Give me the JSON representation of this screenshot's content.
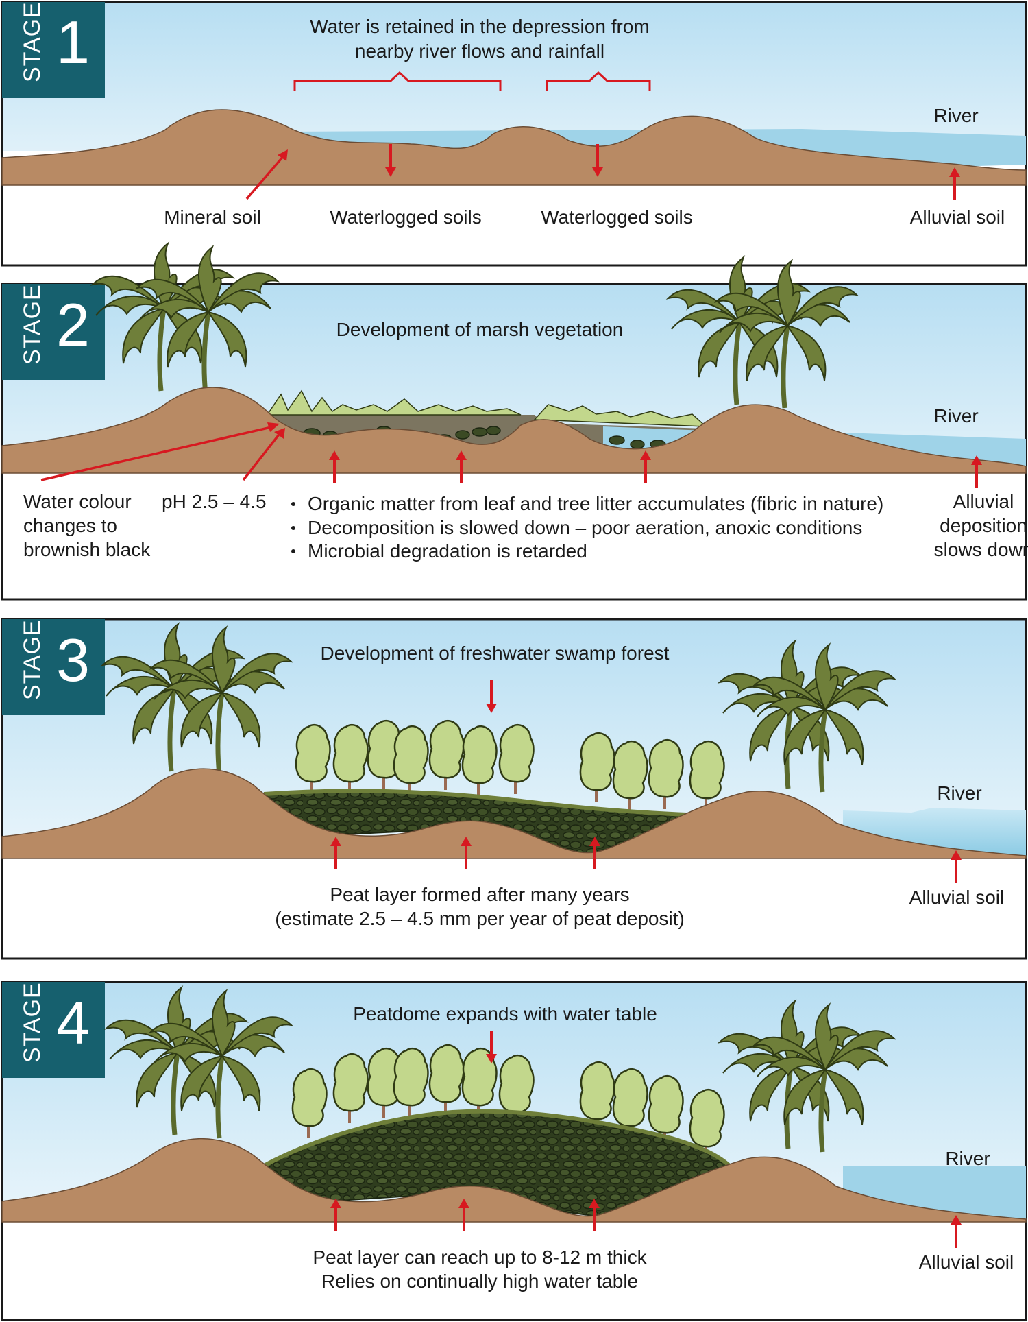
{
  "colors": {
    "stage_badge": "#16606e",
    "soil": "#b88a64",
    "water": "#9fd3e8",
    "sky_top": "#bfe3f3",
    "arrow": "#d71920",
    "peat": "#3b4a24",
    "vegetation": "#c2d78c",
    "palm": "#6f7f3a",
    "marsh_water": "#7c7560"
  },
  "stages": [
    {
      "word": "STAGE",
      "number": "1",
      "annotation": [
        "Water is retained in the depression from",
        "nearby river flows and rainfall"
      ],
      "labels": {
        "river": "River",
        "mineral_soil": "Mineral soil",
        "waterlogged_1": "Waterlogged soils",
        "waterlogged_2": "Waterlogged soils",
        "alluvial": "Alluvial soil"
      }
    },
    {
      "word": "STAGE",
      "number": "2",
      "title": "Development of marsh vegetation",
      "river": "River",
      "water_colour": [
        "Water colour",
        "changes to",
        "brownish black"
      ],
      "ph": "pH 2.5 – 4.5",
      "bullets": [
        "Organic matter from leaf and tree litter accumulates (fibric in nature)",
        "Decomposition is slowed down – poor aeration, anoxic conditions",
        "Microbial degradation is retarded"
      ],
      "alluvial": [
        "Alluvial",
        "deposition",
        "slows down"
      ]
    },
    {
      "word": "STAGE",
      "number": "3",
      "title": "Development of freshwater swamp forest",
      "river": "River",
      "peat": [
        "Peat layer formed after many years",
        "(estimate 2.5 – 4.5 mm per year of peat deposit)"
      ],
      "alluvial": "Alluvial soil"
    },
    {
      "word": "STAGE",
      "number": "4",
      "title": "Peatdome expands with water table",
      "river": "River",
      "peat": [
        "Peat layer can reach up to 8-12 m thick",
        "Relies on continually high water table"
      ],
      "alluvial": "Alluvial soil"
    }
  ]
}
